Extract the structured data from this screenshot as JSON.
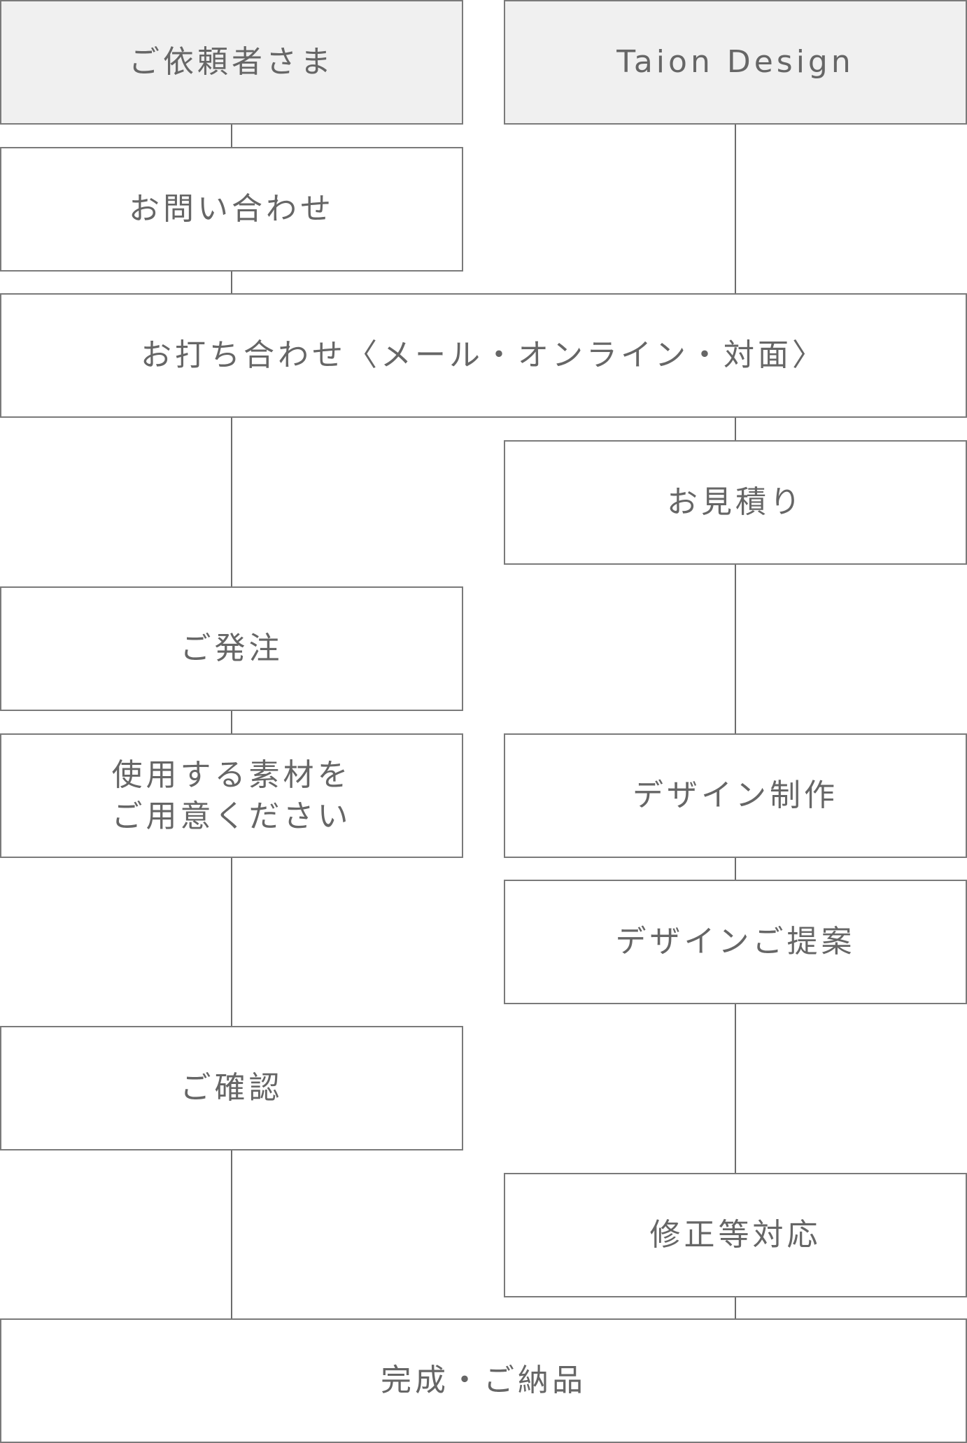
{
  "headers": {
    "client": "ご依頼者さま",
    "company": "Taion Design"
  },
  "steps": {
    "inquiry": "お問い合わせ",
    "meeting": "お打ち合わせ〈メール・オンライン・対面〉",
    "estimate": "お見積り",
    "order": "ご発注",
    "materials": "使用する素材を\nご用意ください",
    "design_production": "デザイン制作",
    "design_proposal": "デザインご提案",
    "confirmation": "ご確認",
    "revisions": "修正等対応",
    "delivery": "完成・ご納品"
  }
}
